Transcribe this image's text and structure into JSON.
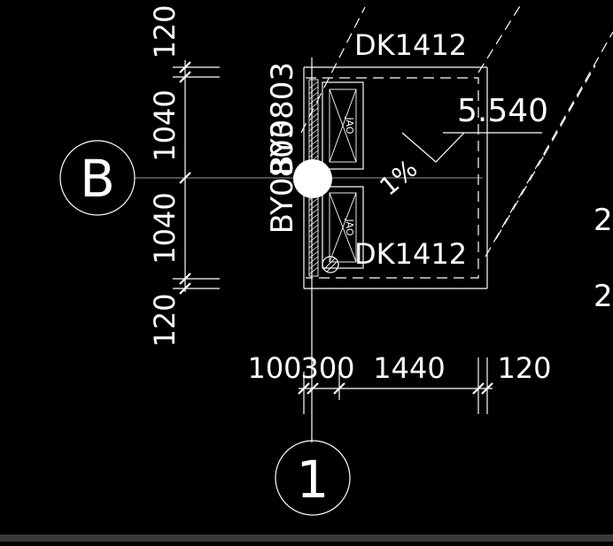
{
  "drawing": {
    "background": "#000000",
    "line_color": "#ffffff",
    "axes": [
      {
        "id": "B",
        "label": "B"
      },
      {
        "id": "1",
        "label": "1"
      }
    ],
    "vertical_dimensions": [
      "120",
      "1040",
      "1040",
      "120"
    ],
    "horizontal_dimensions": [
      "100",
      "300",
      "1440",
      "120"
    ],
    "wall_tags": [
      "BY0803",
      "BY0803"
    ],
    "openings": [
      "DK1412",
      "DK1412"
    ],
    "elevation": "5.540",
    "slope": "1%",
    "vent_labels": [
      "JAO",
      "JAO"
    ],
    "right_edge_marks": [
      "2",
      "2"
    ]
  }
}
